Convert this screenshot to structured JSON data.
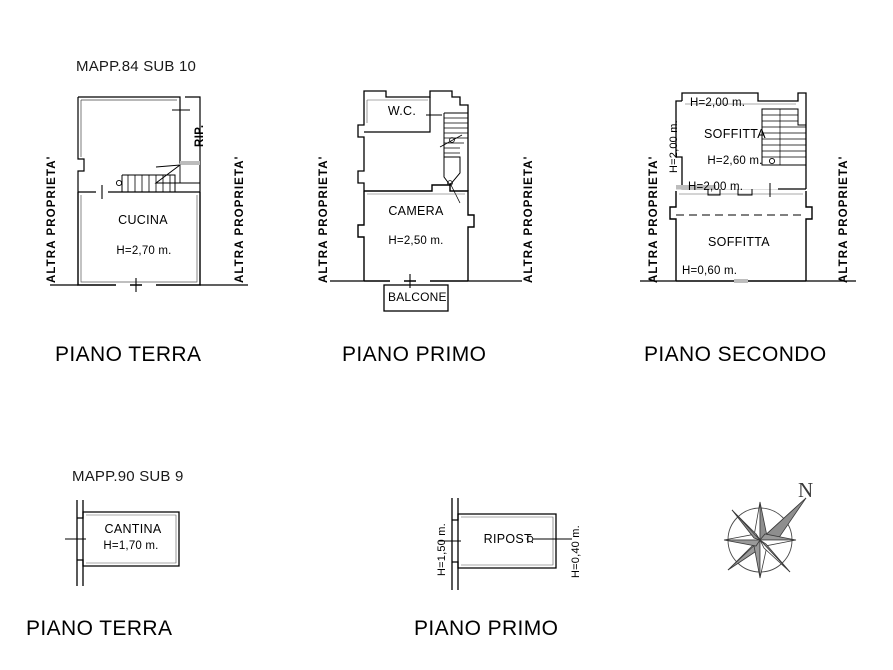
{
  "document": {
    "type": "architectural-floor-plan",
    "background_color": "#ffffff",
    "line_color": "#000000"
  },
  "units": [
    {
      "id": "mapp-84-sub-10",
      "cadastral_title": "MAPP.84 SUB 10",
      "floors": [
        {
          "id": "piano-terra-84",
          "title": "PIANO TERRA",
          "left_boundary_label": "ALTRA PROPRIETA'",
          "right_boundary_label": "ALTRA PROPRIETA'",
          "rooms": [
            {
              "name": "CUCINA",
              "height_label": "H=2,70 m."
            },
            {
              "name": "RIP.",
              "height_label": ""
            }
          ]
        },
        {
          "id": "piano-primo-84",
          "title": "PIANO PRIMO",
          "left_boundary_label": "ALTRA PROPRIETA'",
          "right_boundary_label": "ALTRA PROPRIETA'",
          "rooms": [
            {
              "name": "W.C.",
              "height_label": ""
            },
            {
              "name": "CAMERA",
              "height_label": "H=2,50 m."
            },
            {
              "name": "BALCONE",
              "height_label": ""
            }
          ]
        },
        {
          "id": "piano-secondo-84",
          "title": "PIANO SECONDO",
          "left_boundary_label": "ALTRA PROPRIETA'",
          "right_boundary_label": "ALTRA PROPRIETA'",
          "rooms": [
            {
              "name": "SOFFITTA",
              "height_label": "H=2,60 m."
            },
            {
              "name": "SOFFITTA",
              "height_label": "H=0,60 m."
            }
          ],
          "extra_height_labels": {
            "top": "H=2,00 m.",
            "left_vertical": "H=2,00 m.",
            "middle": "H=2,00 m."
          }
        }
      ]
    },
    {
      "id": "mapp-90-sub-9",
      "cadastral_title": "MAPP.90 SUB 9",
      "floors": [
        {
          "id": "piano-terra-90",
          "title": "PIANO TERRA",
          "rooms": [
            {
              "name": "CANTINA",
              "height_label": "H=1,70 m."
            }
          ]
        },
        {
          "id": "piano-primo-90",
          "title": "PIANO PRIMO",
          "rooms": [
            {
              "name": "RIPOST.",
              "height_label": ""
            }
          ],
          "extra_height_labels": {
            "left_vertical": "H=1,50 m.",
            "right_vertical": "H=0,40 m."
          }
        }
      ]
    }
  ],
  "compass": {
    "north_label": "N",
    "icon": "compass-rose-icon"
  }
}
